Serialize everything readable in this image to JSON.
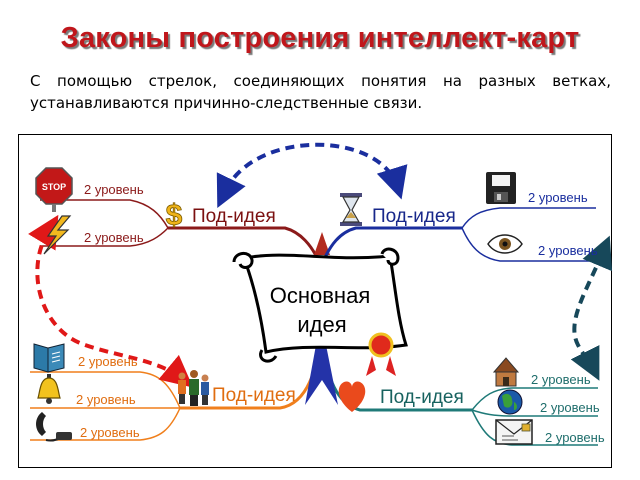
{
  "title": "Законы построения интеллект-карт",
  "description": "С помощью стрелок, соединяющих понятия на разных ветках, устанавливаются причинно-следственные связи.",
  "diagram": {
    "central": {
      "line1": "Основная",
      "line2": "идея"
    },
    "subideas": {
      "top_left": "Под-идея",
      "top_right": "Под-идея",
      "bottom_left": "Под-идея",
      "bottom_right": "Под-идея"
    },
    "levels": {
      "tl_1": "2 уровень",
      "tl_2": "2 уровень",
      "tr_1": "2 уровень",
      "tr_2": "2 уровень",
      "bl_1": "2 уровень",
      "bl_2": "2 уровень",
      "bl_3": "2 уровень",
      "br_1": "2 уровень",
      "br_2": "2 уровень",
      "br_3": "2 уровень"
    },
    "stop_sign": "STOP",
    "colors": {
      "top_left_branch": "#8b1a1a",
      "top_right_branch": "#1a2e9e",
      "bottom_left_branch": "#f07f1c",
      "bottom_right_branch": "#1f7a78",
      "arrow_top": "#1a2e9e",
      "arrow_left": "#e01818",
      "arrow_right": "#17485a",
      "title": "#c0161b"
    }
  }
}
